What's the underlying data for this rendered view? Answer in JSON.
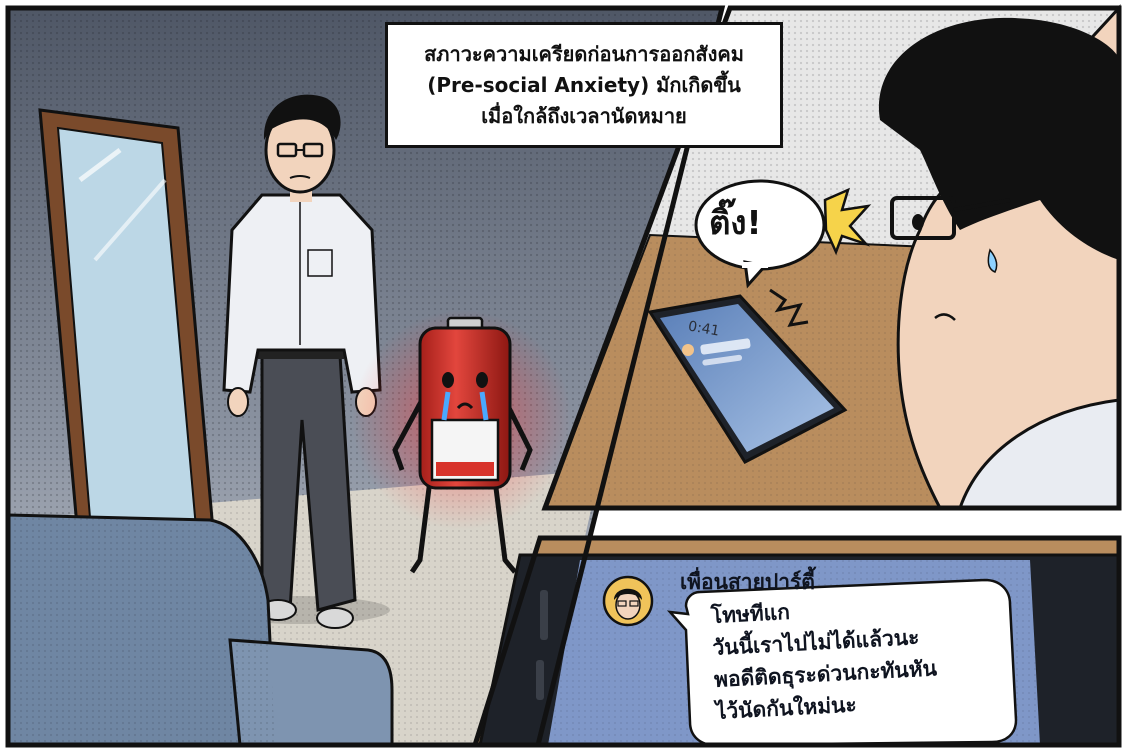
{
  "caption": {
    "lines": [
      "สภาวะความเครียดก่อนการออกสังคม",
      "(Pre-social Anxiety) มักเกิดขึ้น",
      "เมื่อใกล้ถึงเวลานัดหมาย"
    ]
  },
  "sound_effect": {
    "text": "ติ๊ง!"
  },
  "phone": {
    "time": "0:41"
  },
  "chat": {
    "sender": "เพื่อนสายปาร์ตี้",
    "message_lines": [
      "โทษทีแก",
      "วันนี้เราไปไม่ได้แล้วนะ",
      "พอดีติดธุระด่วนกะทันหัน",
      "ไว้นัดกันใหม่นะ"
    ]
  },
  "colors": {
    "panel_border": "#111111",
    "wall_gray": "#6f7888",
    "battery_red": "#d8332b",
    "glow_red": "#ff2a2a",
    "desk_wood": "#b98d5e",
    "chat_bg": "#7f97c8",
    "bubble": "#ffffff"
  }
}
